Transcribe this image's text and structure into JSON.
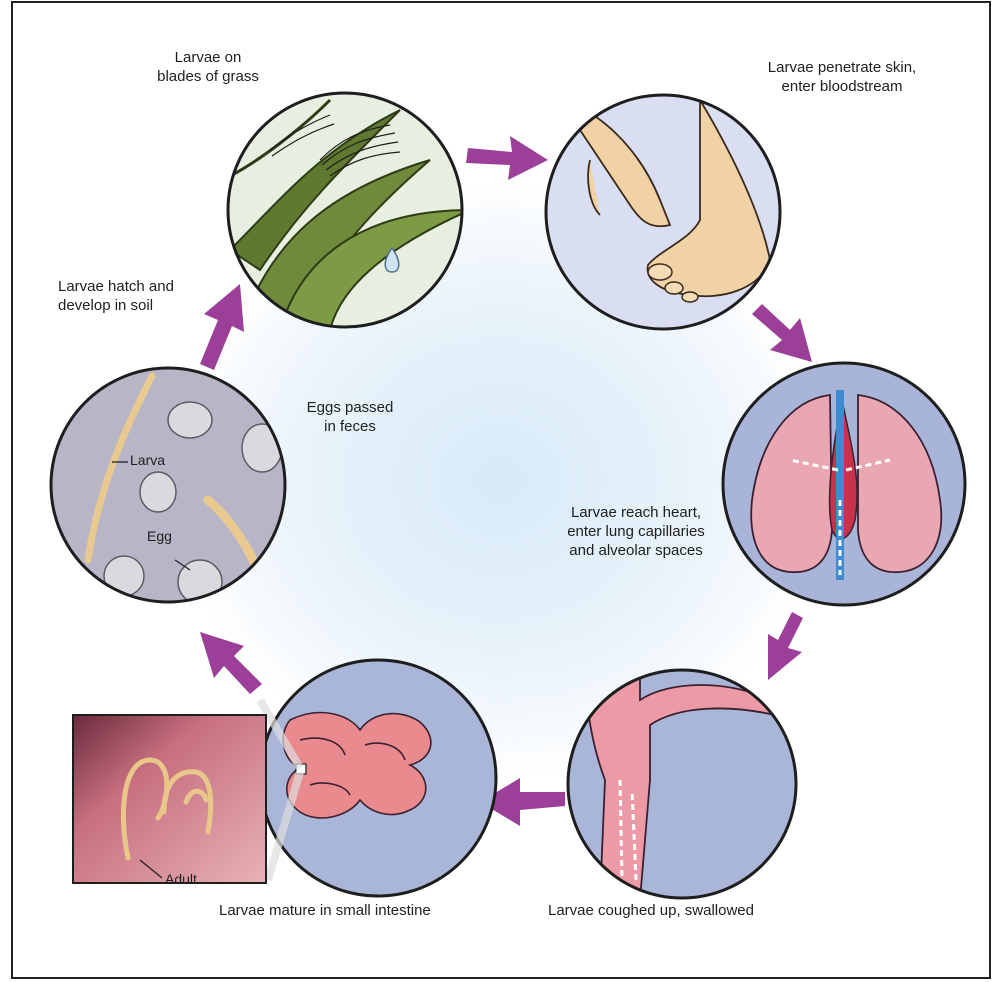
{
  "stages": {
    "grass": "Larvae on\nblades of grass",
    "skin": "Larvae penetrate skin,\nenter bloodstream",
    "heart": "Larvae reach heart,\nenter lung capillaries\nand alveolar spaces",
    "coughed": "Larvae coughed up, swallowed",
    "intestine": "Larvae mature in small intestine",
    "eggs_feces": "Eggs passed\nin feces",
    "hatch": "Larvae hatch and\ndevelop in soil"
  },
  "callouts": {
    "larva": "Larva",
    "egg": "Egg",
    "adult": "Adult"
  },
  "colors": {
    "arrow": "#9b3f98",
    "center_glow": "#cfe6f6",
    "circle_bg": "#aab6d8",
    "lung": "#e9a7b4",
    "grass": "#6f8a3a",
    "skin": "#f0d2a6",
    "intestine": "#e98b8e"
  }
}
